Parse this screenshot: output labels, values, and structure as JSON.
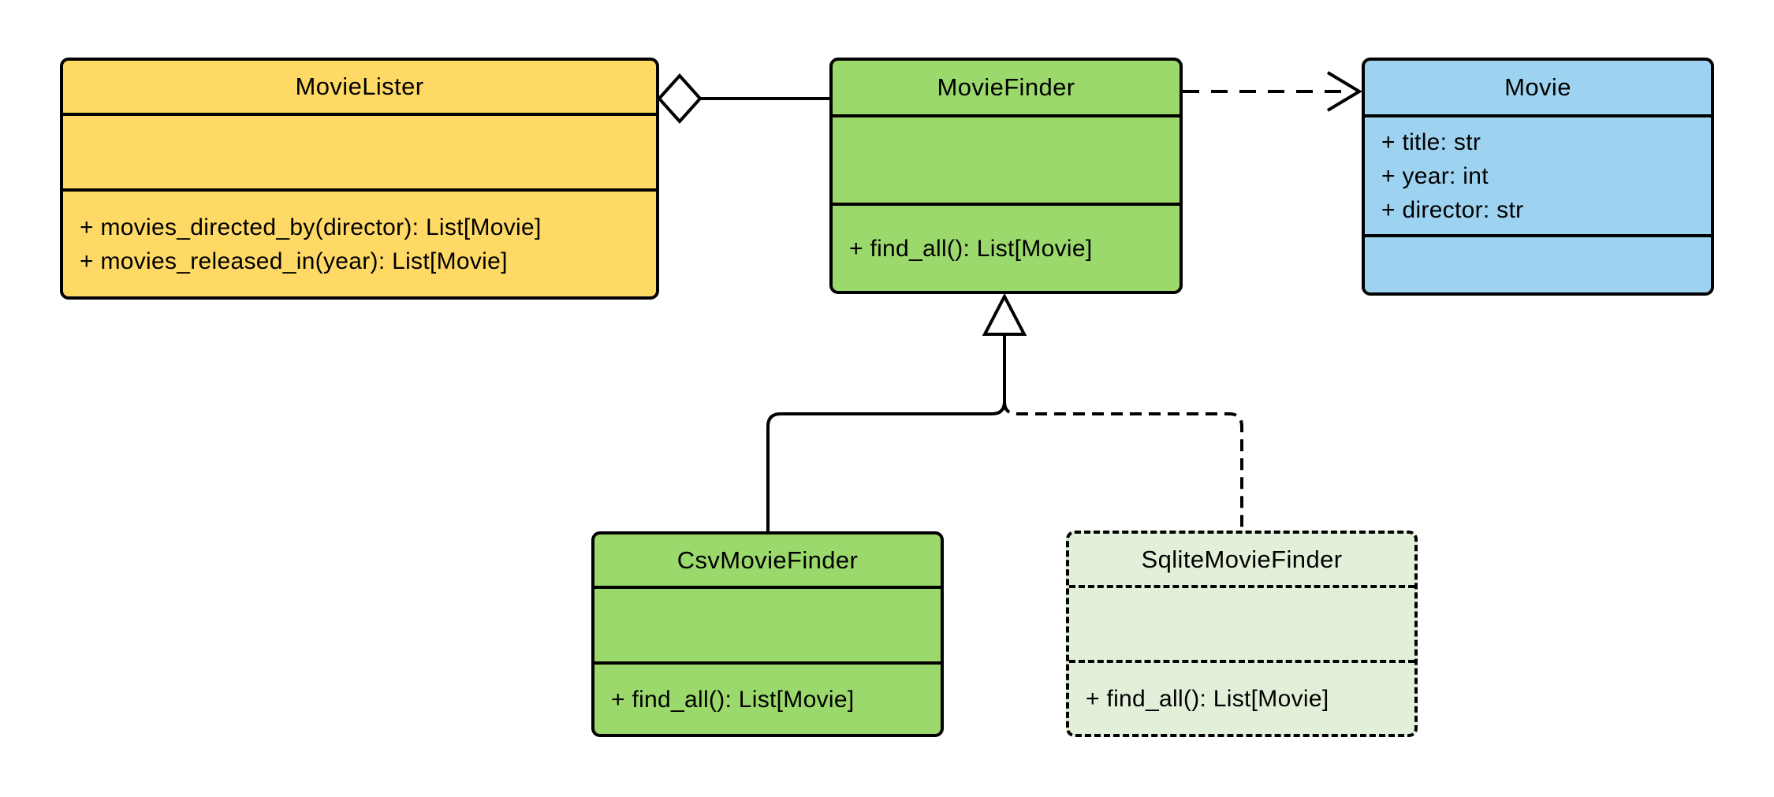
{
  "diagram": {
    "kind": "uml-class-diagram",
    "background": "#ffffff"
  },
  "colors": {
    "yellow_fill": "#FFD966",
    "green_fill": "#9CD96C",
    "blue_fill": "#9DD3F0",
    "light_green_fill": "#E2F0D9",
    "stroke": "#000000"
  },
  "classes": [
    {
      "name": "MovieLister",
      "fill": "#FFD966",
      "border": "solid",
      "attributes": [],
      "methods": [
        "+ movies_directed_by(director): List[Movie]",
        "+ movies_released_in(year): List[Movie]"
      ]
    },
    {
      "name": "MovieFinder",
      "fill": "#9CD96C",
      "border": "solid",
      "attributes": [],
      "methods": [
        "+ find_all(): List[Movie]"
      ]
    },
    {
      "name": "Movie",
      "fill": "#9DD3F0",
      "border": "solid",
      "attributes": [
        "+ title: str",
        "+ year: int",
        "+ director: str"
      ],
      "methods": []
    },
    {
      "name": "CsvMovieFinder",
      "fill": "#9CD96C",
      "border": "solid",
      "attributes": [],
      "methods": [
        "+ find_all(): List[Movie]"
      ]
    },
    {
      "name": "SqliteMovieFinder",
      "fill": "#E2F0D9",
      "border": "dashed",
      "attributes": [],
      "methods": [
        "+ find_all(): List[Movie]"
      ]
    }
  ],
  "relationships": [
    {
      "type": "aggregation",
      "from": "MovieLister",
      "to": "MovieFinder",
      "line": "solid",
      "marker": "hollow-diamond"
    },
    {
      "type": "dependency",
      "from": "MovieFinder",
      "to": "Movie",
      "line": "dashed",
      "marker": "open-arrow"
    },
    {
      "type": "generalization",
      "from": "CsvMovieFinder",
      "to": "MovieFinder",
      "line": "solid",
      "marker": "hollow-triangle"
    },
    {
      "type": "generalization",
      "from": "SqliteMovieFinder",
      "to": "MovieFinder",
      "line": "dashed",
      "marker": "hollow-triangle"
    }
  ]
}
